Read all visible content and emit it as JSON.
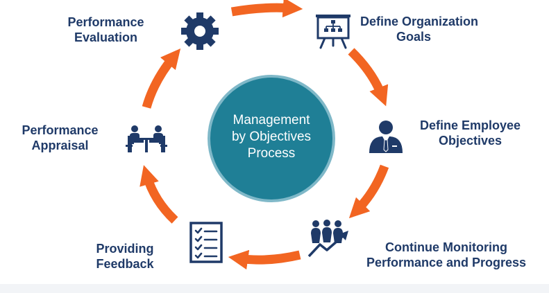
{
  "center": {
    "lines": [
      "Management",
      "by Objectives",
      "Process"
    ]
  },
  "steps": [
    {
      "id": "define-organization-goals",
      "lines": [
        "Define Organization",
        "Goals"
      ],
      "icon": "presentation-board-icon"
    },
    {
      "id": "define-employee-objectives",
      "lines": [
        "Define Employee",
        "Objectives"
      ],
      "icon": "businessman-icon"
    },
    {
      "id": "continue-monitoring",
      "lines": [
        "Continue Monitoring",
        "Performance and Progress"
      ],
      "icon": "team-growth-icon"
    },
    {
      "id": "providing-feedback",
      "lines": [
        "Providing",
        "Feedback"
      ],
      "icon": "checklist-icon"
    },
    {
      "id": "performance-appraisal",
      "lines": [
        "Performance",
        "Appraisal"
      ],
      "icon": "meeting-table-icon"
    },
    {
      "id": "performance-evaluation",
      "lines": [
        "Performance",
        "Evaluation"
      ],
      "icon": "gear-icon"
    }
  ],
  "colors": {
    "arrow": "#f26522",
    "icon": "#1f3a68",
    "center_circle": "#1f7f96",
    "center_circle_edge": "#7fb8c8",
    "label_text": "#1f3a68"
  }
}
